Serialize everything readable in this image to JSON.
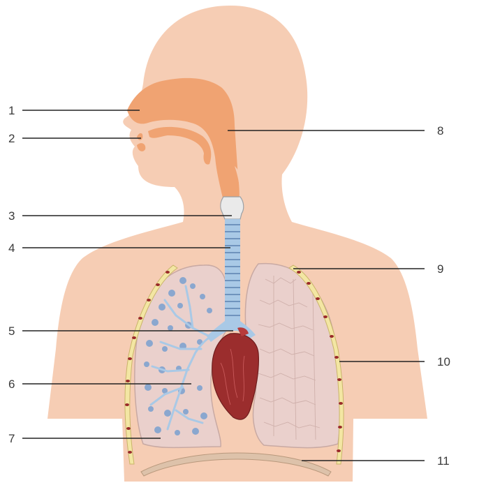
{
  "labels": {
    "l1": "1",
    "l2": "2",
    "l3": "3",
    "l4": "4",
    "l5": "5",
    "l6": "6",
    "l7": "7",
    "l8": "8",
    "l9": "9",
    "l10": "10",
    "l11": "11"
  },
  "colors": {
    "skin": "#f6cdb4",
    "airway": "#f0a372",
    "trachea": "#a9c9e6",
    "heart": "#9b2d2d",
    "lung": "#ead0cc",
    "alveoli": "#8aa7cf",
    "rib_fill": "#f3e6a3",
    "rib_joint": "#9a2a2a"
  }
}
